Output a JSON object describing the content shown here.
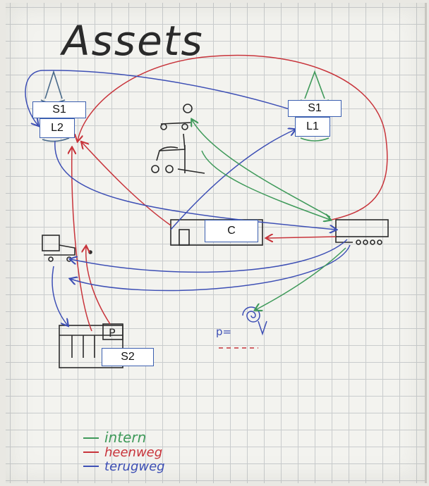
{
  "title": "Assets",
  "nodes": {
    "top_left": [
      "S1",
      "L2"
    ],
    "top_right": [
      "S1",
      "L1"
    ],
    "center": "C",
    "bottom_left": "S2",
    "store_sign": "P",
    "pump_note": "p="
  },
  "legend": [
    {
      "label": "intern",
      "color": "#3f9a5a"
    },
    {
      "label": "heenweg",
      "color": "#c8343b"
    },
    {
      "label": "terugweg",
      "color": "#3d4fb5"
    }
  ],
  "colors": {
    "intern": "#3f9a5a",
    "heenweg": "#c8343b",
    "terugweg": "#3d4fb5",
    "ink": "#2a2a2a"
  }
}
